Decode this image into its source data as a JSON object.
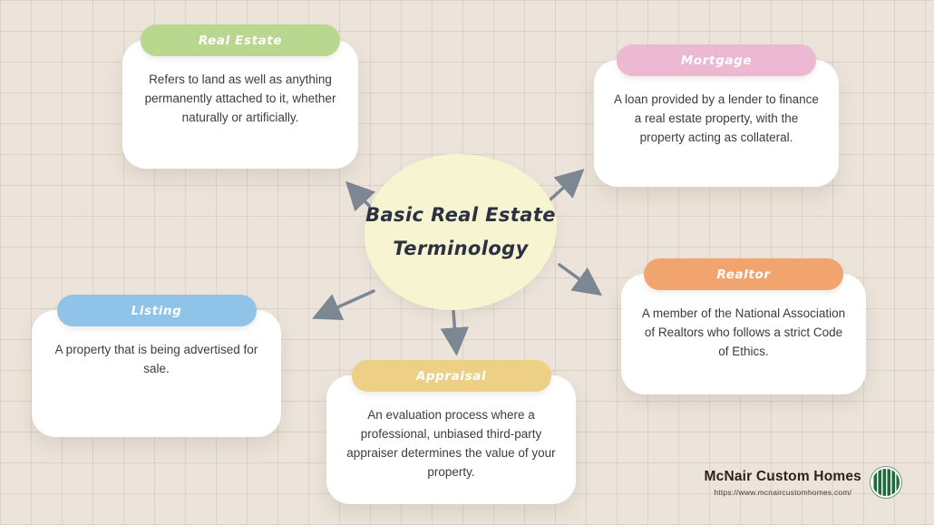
{
  "background": {
    "base_color": "#ece4da",
    "grid_color": "#d9ccc1"
  },
  "center": {
    "title_line1": "Basic Real Estate",
    "title_line2": "Terminology",
    "blob_color": "#f7f4d2",
    "text_color": "#2b3142"
  },
  "cards": {
    "real_estate": {
      "label": "Real Estate",
      "pill_color": "#b9d78f",
      "text": "Refers to land as well as anything permanently attached to it, whether naturally or artificially."
    },
    "mortgage": {
      "label": "Mortgage",
      "pill_color": "#edb8d2",
      "text": "A loan provided by a lender to finance a real estate property, with the property acting as collateral."
    },
    "realtor": {
      "label": "Realtor",
      "pill_color": "#f2a46f",
      "text": "A member of the National Association of Realtors who follows a strict Code of Ethics."
    },
    "listing": {
      "label": "Listing",
      "pill_color": "#8fc3e8",
      "text": "A property that is being advertised for sale."
    },
    "appraisal": {
      "label": "Appraisal",
      "pill_color": "#edcf86",
      "text": "An evaluation process where a professional, unbiased third-party appraiser determines the value of your property."
    }
  },
  "arrows": {
    "color": "#7d8794"
  },
  "footer": {
    "brand": "McNair Custom Homes",
    "url": "https://www.mcnaircustomhomes.com/",
    "logo_color": "#1e6b3c"
  }
}
